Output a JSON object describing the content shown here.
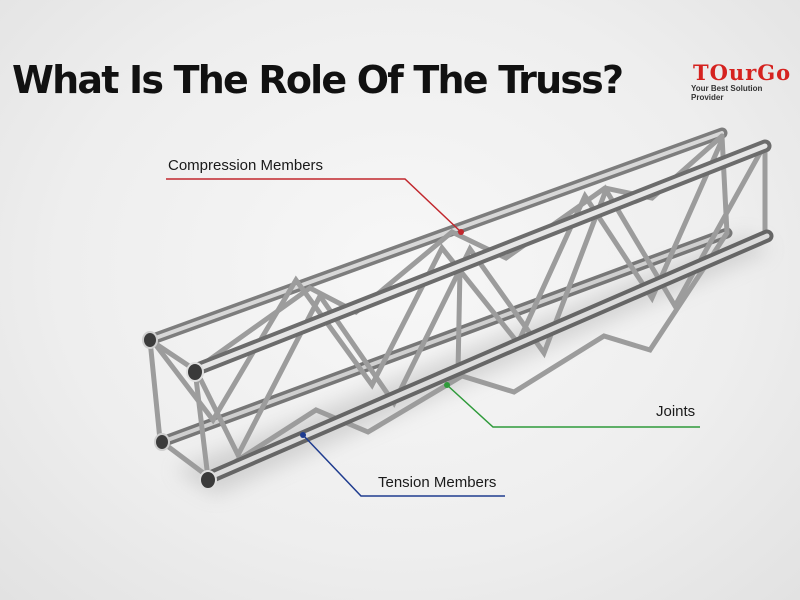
{
  "title": "What Is The Role Of The Truss?",
  "brand": {
    "name": "TOurGo",
    "tagline": "Your Best Solution Provider",
    "color": "#d5221f"
  },
  "callouts": {
    "compression": {
      "label": "Compression Members",
      "color": "#c1272d"
    },
    "joints": {
      "label": "Joints",
      "color": "#2e9a3a"
    },
    "tension": {
      "label": "Tension Members",
      "color": "#1f3c8f"
    }
  }
}
